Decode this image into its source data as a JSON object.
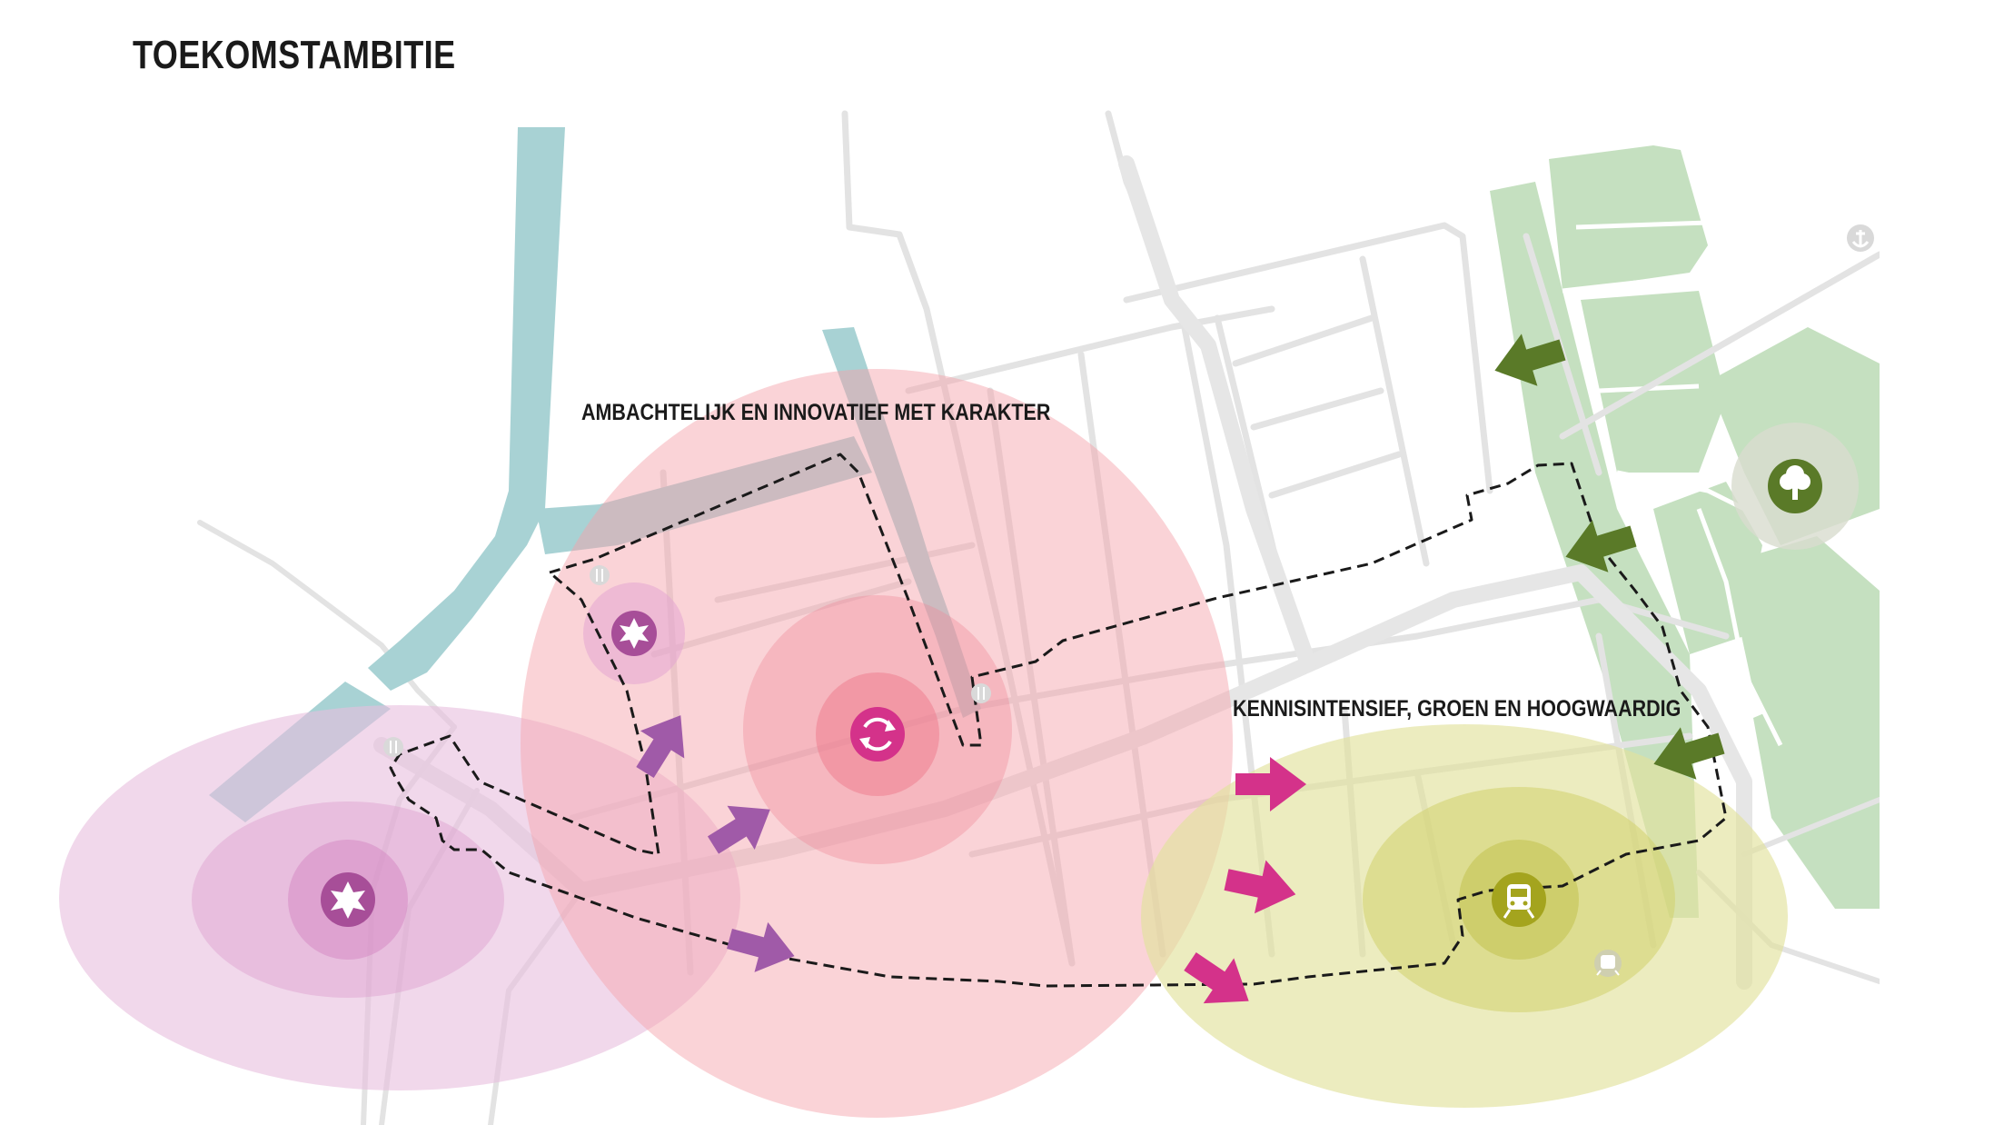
{
  "title": "TOEKOMSTAMBITIE",
  "zones": [
    {
      "id": "west",
      "label": "AMBACHTELIJK EN INNOVATIEF MET KARAKTER",
      "color": "#f08c96"
    },
    {
      "id": "southwest",
      "label": "",
      "color": "#d98bc4"
    },
    {
      "id": "east",
      "label": "KENNISINTENSIEF, GROEN EN HOOGWAARDIG",
      "color": "#d4d47a"
    }
  ],
  "colors": {
    "water": "#a8d2d4",
    "green_area": "#c5e0c0",
    "roads": "#e3e3e3",
    "boundary": "#1a1a1a",
    "arrow_magenta": "#d4328a",
    "arrow_purple": "#a05aa8",
    "arrow_green": "#5a7a28"
  },
  "icons": [
    "star-icon",
    "star-icon",
    "recycle-icon",
    "train-icon",
    "tree-icon",
    "anchor-icon",
    "restaurant-icon",
    "train-station-icon"
  ]
}
